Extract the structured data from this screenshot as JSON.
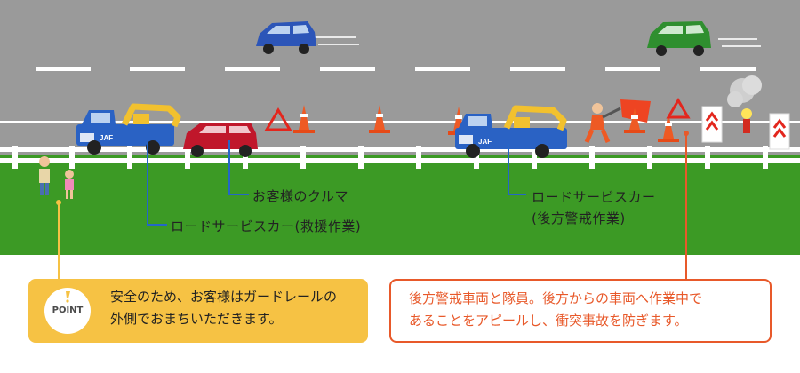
{
  "labels": {
    "customer_car": "お客様のクルマ",
    "rescue_truck": "ロードサービスカー(救援作業)",
    "warning_truck_line1": "ロードサービスカー",
    "warning_truck_line2": "(後方警戒作業)"
  },
  "vehicle_marks": {
    "truck_logo": "JAF"
  },
  "point_box": {
    "badge": "POINT",
    "line1": "安全のため、お客様はガードレールの",
    "line2": "外側でおまちいただきます。"
  },
  "warning_box": {
    "line1": "後方警戒車両と隊員。後方からの車両へ作業中で",
    "line2": "あることをアピールし、衝突事故を防ぎます。"
  },
  "colors": {
    "road": "#9a9a9a",
    "grass": "#3c9a25",
    "truck_blue": "#2a62c4",
    "crane_yellow": "#f2c12e",
    "customer_car_red": "#c0172b",
    "car_blue": "#2c55b8",
    "car_green": "#2f8f2f",
    "cone_orange": "#ee5a24",
    "leader_blue": "#2466c8",
    "leader_yellow": "#f6c244",
    "leader_orange": "#e8592a"
  }
}
